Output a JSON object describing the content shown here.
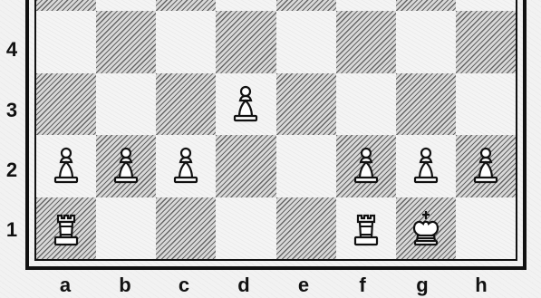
{
  "board": {
    "ranks": [
      "4",
      "3",
      "2",
      "1"
    ],
    "files": [
      "a",
      "b",
      "c",
      "d",
      "e",
      "f",
      "g",
      "h"
    ],
    "pieces": {
      "d3": "pawn",
      "a2": "pawn",
      "b2": "pawn",
      "c2": "pawn",
      "f2": "pawn",
      "g2": "pawn",
      "h2": "pawn",
      "a1": "rook",
      "f1": "rook",
      "g1": "king"
    }
  }
}
